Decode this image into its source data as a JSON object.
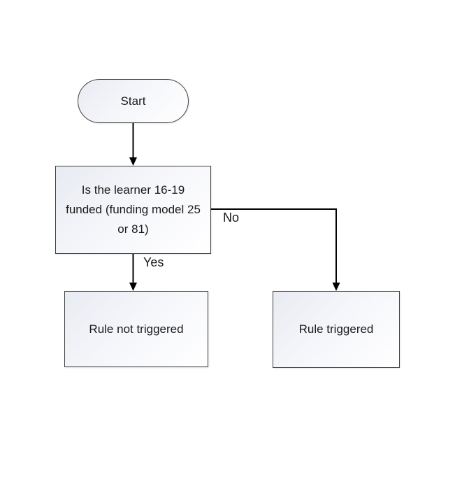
{
  "diagram": {
    "type": "flowchart",
    "nodes": {
      "start": {
        "label": "Start",
        "shape": "stadium"
      },
      "decision": {
        "label": "Is the learner 16-19 funded (funding model 25 or 81)",
        "shape": "rectangle"
      },
      "rule_not_triggered": {
        "label": "Rule not triggered",
        "shape": "rectangle"
      },
      "rule_triggered": {
        "label": "Rule triggered",
        "shape": "rectangle"
      }
    },
    "edges": {
      "start_to_decision": {
        "from": "start",
        "to": "decision",
        "label": ""
      },
      "decision_yes": {
        "from": "decision",
        "to": "rule_not_triggered",
        "label": "Yes"
      },
      "decision_no": {
        "from": "decision",
        "to": "rule_triggered",
        "label": "No"
      }
    },
    "colors": {
      "node_border": "#404040",
      "node_fill_top": "#e8ebf2",
      "node_fill_bottom": "#ffffff",
      "connector": "#000000",
      "text": "#1a1a1a",
      "background": "#ffffff"
    }
  }
}
